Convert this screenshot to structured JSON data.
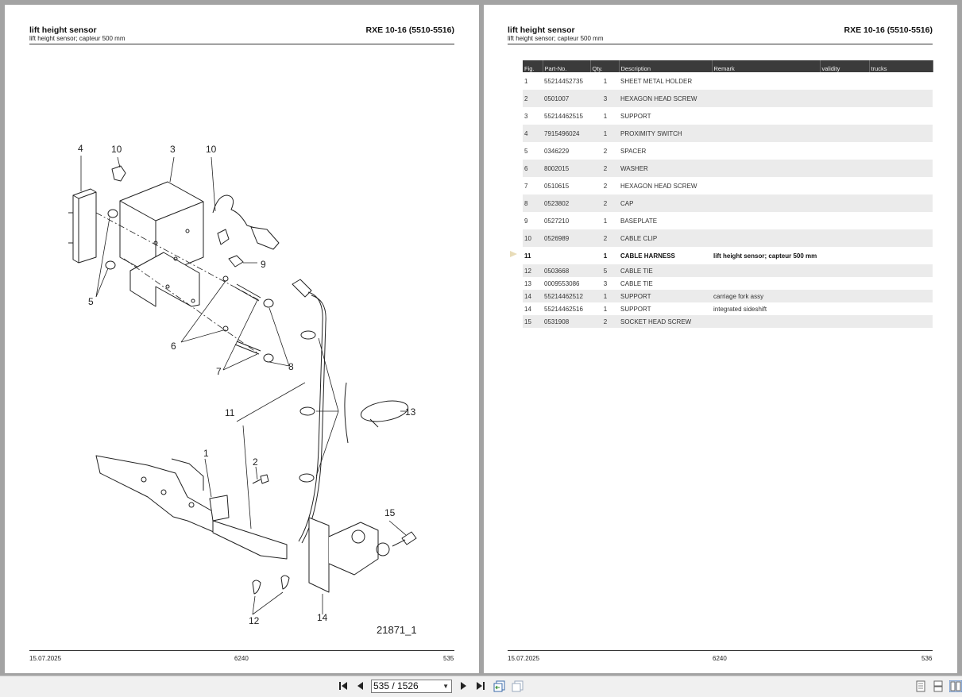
{
  "left_page": {
    "title": "lift height sensor",
    "subtitle": "lift height sensor; capteur 500 mm",
    "model": "RXE 10-16 (5510-5516)",
    "drawing_id": "21871_1",
    "callouts": [
      "4",
      "10",
      "3",
      "10",
      "9",
      "5",
      "6",
      "7",
      "8",
      "11",
      "13",
      "1",
      "2",
      "15",
      "12",
      "14"
    ],
    "footer": {
      "date": "15.07.2025",
      "code": "6240",
      "page": "535"
    }
  },
  "right_page": {
    "title": "lift height sensor",
    "subtitle": "lift height sensor; capteur 500 mm",
    "model": "RXE 10-16 (5510-5516)",
    "footer": {
      "date": "15.07.2025",
      "code": "6240",
      "page": "536"
    },
    "table": {
      "headers": [
        "Fig.",
        "Part-No.",
        "Qty.",
        "Description",
        "Remark",
        "validity",
        "trucks"
      ],
      "rows": [
        {
          "fig": "1",
          "part": "55214452735",
          "qty": "1",
          "desc": "SHEET METAL HOLDER",
          "remark": ""
        },
        {
          "fig": "2",
          "part": "0501007",
          "qty": "3",
          "desc": "HEXAGON HEAD SCREW",
          "remark": ""
        },
        {
          "fig": "3",
          "part": "55214462515",
          "qty": "1",
          "desc": "SUPPORT",
          "remark": ""
        },
        {
          "fig": "4",
          "part": "7915496024",
          "qty": "1",
          "desc": "PROXIMITY SWITCH",
          "remark": ""
        },
        {
          "fig": "5",
          "part": "0346229",
          "qty": "2",
          "desc": "SPACER",
          "remark": ""
        },
        {
          "fig": "6",
          "part": "8002015",
          "qty": "2",
          "desc": "WASHER",
          "remark": ""
        },
        {
          "fig": "7",
          "part": "0510615",
          "qty": "2",
          "desc": "HEXAGON HEAD SCREW",
          "remark": ""
        },
        {
          "fig": "8",
          "part": "0523802",
          "qty": "2",
          "desc": "CAP",
          "remark": ""
        },
        {
          "fig": "9",
          "part": "0527210",
          "qty": "1",
          "desc": "BASEPLATE",
          "remark": ""
        },
        {
          "fig": "10",
          "part": "0526989",
          "qty": "2",
          "desc": "CABLE CLIP",
          "remark": ""
        },
        {
          "fig": "11",
          "part": "",
          "qty": "1",
          "desc": "CABLE HARNESS",
          "remark": "lift height sensor; capteur 500 mm"
        },
        {
          "fig": "12",
          "part": "0503668",
          "qty": "5",
          "desc": "CABLE TIE",
          "remark": ""
        },
        {
          "fig": "13",
          "part": "0009553086",
          "qty": "3",
          "desc": "CABLE TIE",
          "remark": ""
        },
        {
          "fig": "14",
          "part": "55214462512",
          "qty": "1",
          "desc": "SUPPORT",
          "remark": "carriage fork assy"
        },
        {
          "fig": "14",
          "part": "55214462516",
          "qty": "1",
          "desc": "SUPPORT",
          "remark": "integrated sideshift"
        },
        {
          "fig": "15",
          "part": "0531908",
          "qty": "2",
          "desc": "SOCKET HEAD SCREW",
          "remark": ""
        }
      ]
    }
  },
  "toolbar": {
    "page_indicator": "535 / 1526",
    "icons": [
      "first-page-icon",
      "previous-page-icon",
      "next-page-icon",
      "last-page-icon",
      "back-view-icon",
      "forward-view-icon",
      "single-page-icon",
      "continuous-page-icon",
      "two-page-icon"
    ]
  }
}
